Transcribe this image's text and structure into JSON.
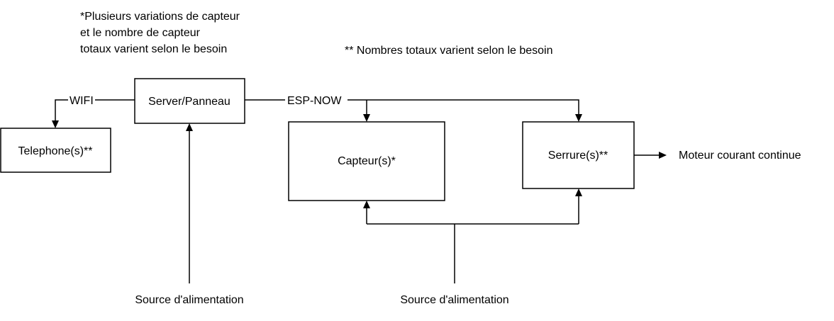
{
  "notes": {
    "sensor_note": [
      "*Plusieurs variations de capteur",
      "et le nombre de capteur",
      "totaux varient selon le besoin"
    ],
    "totals_note": "** Nombres totaux varient selon le besoin"
  },
  "nodes": {
    "server": "Server/Panneau",
    "phone": "Telephone(s)**",
    "sensor": "Capteur(s)*",
    "lock": "Serrure(s)**",
    "motor": "Moteur courant continue",
    "power_server": "Source d'alimentation",
    "power_devices": "Source d'alimentation"
  },
  "edges": {
    "wifi": "WIFI",
    "espnow": "ESP-NOW"
  }
}
